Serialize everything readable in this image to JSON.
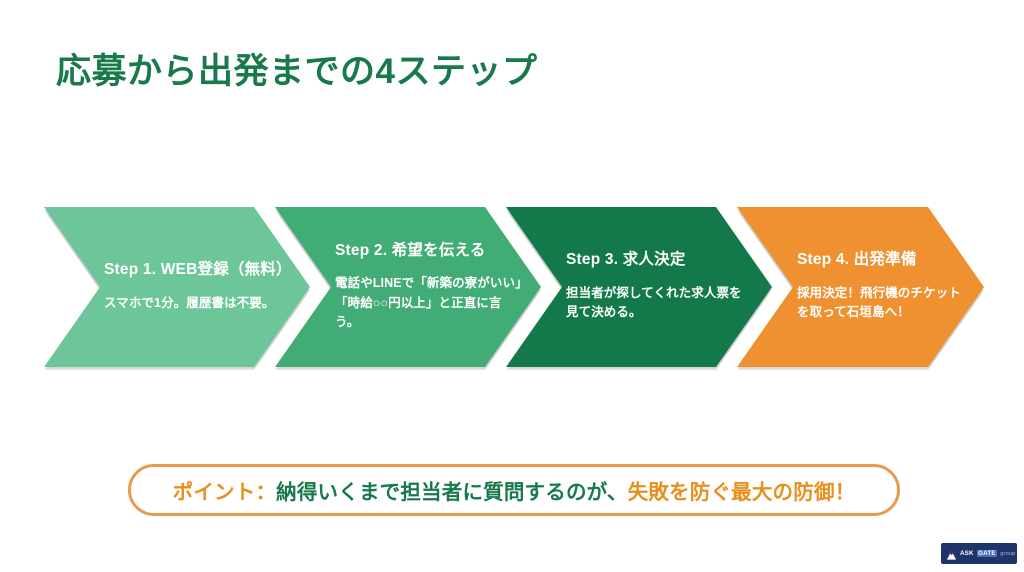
{
  "slide": {
    "title": "応募から出発までの4ステップ",
    "background_color": "#FFFFFF",
    "title_color": "#18794A"
  },
  "steps": [
    {
      "id": "step-1",
      "title": "Step 1. WEB登録（無料）",
      "body": "スマホで1分。履歴書は不要。",
      "color": "#6CC69A",
      "text_color": "#FFFFFF"
    },
    {
      "id": "step-2",
      "title": "Step 2. 希望を伝える",
      "body": "電話やLINEで「新築の寮がいい」「時給○○円以上」と正直に言う。",
      "color": "#42AC76",
      "text_color": "#FFFFFF"
    },
    {
      "id": "step-3",
      "title": "Step 3. 求人決定",
      "body": "担当者が探してくれた求人票を見て決める。",
      "color": "#14794A",
      "text_color": "#FFFFFF"
    },
    {
      "id": "step-4",
      "title": "Step 4. 出発準備",
      "body": "採用決定！飛行機のチケットを取って石垣島へ！",
      "color": "#EF9130",
      "text_color": "#FFFFFF"
    }
  ],
  "point_banner": {
    "label_prefix": "ポイント：",
    "text_middle": "納得いくまで担当者に質問するのが、",
    "text_emphasis": "失敗を防ぐ最大の防御！",
    "border_color": "#E89A4E",
    "prefix_color": "#E8901F",
    "middle_color": "#18794A",
    "emphasis_color": "#E8901F"
  },
  "logo": {
    "mark": "mountain-icon",
    "text_ask": "ASK",
    "text_gate": "GATE",
    "text_group": "group",
    "background_color": "#1F3468"
  }
}
